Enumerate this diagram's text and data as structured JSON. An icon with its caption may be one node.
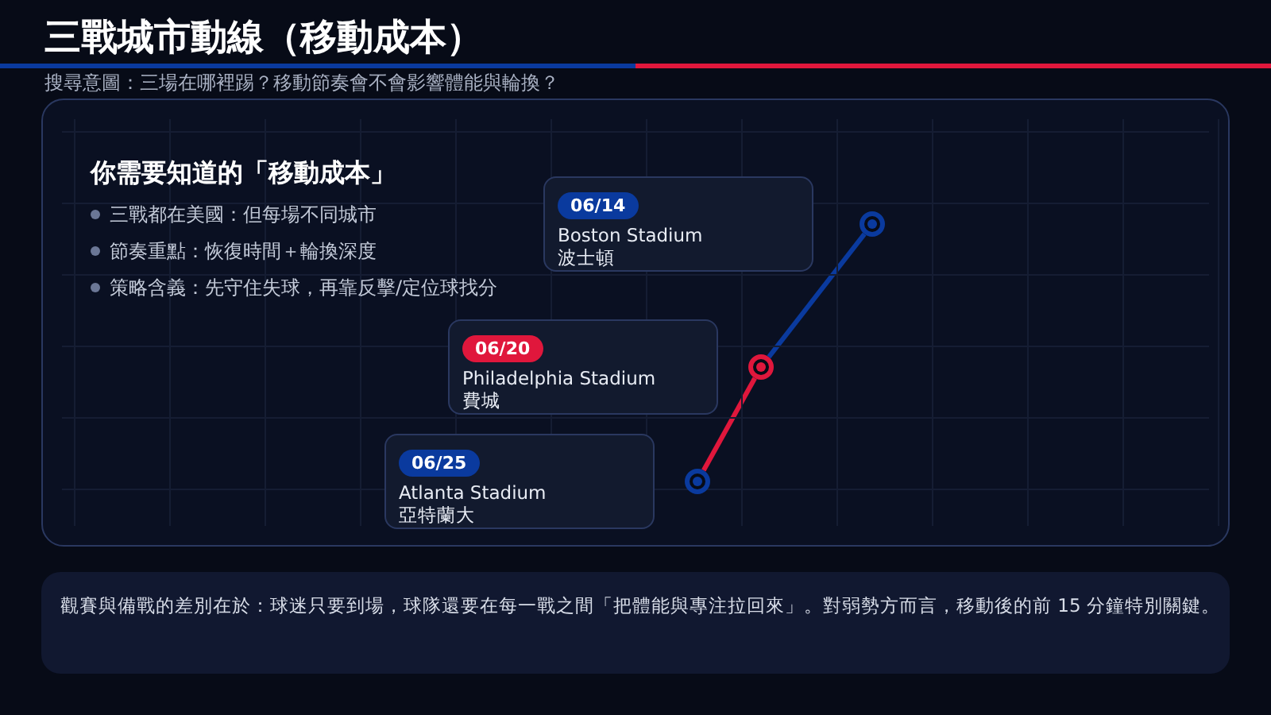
{
  "diagram": {
    "title": "三戰城市動線（移動成本）",
    "nodes": [
      {
        "text": [
          "你需要知道的「移動成本」",
          "三戰都在美國：但每場不同城市",
          "節奏重點：恢復時間＋輪換深度",
          "策略含義：先守住失球，再靠反擊/定位球找分"
        ]
      },
      {
        "text": [
          "06/14",
          "Boston Stadium",
          "波士頓"
        ],
        "in": 0
      },
      {
        "text": [
          "06/20",
          "Philadelphia Stadium",
          "費城"
        ],
        "in": 0
      },
      {
        "text": [
          "06/25",
          "Atlanta Stadium",
          "亞特蘭大"
        ],
        "in": 0
      },
      {
        "text": [],
        "shape": "circle",
        "in": 0
      },
      {
        "text": [],
        "shape": "circle",
        "in": 0
      },
      {
        "text": [],
        "shape": "circle",
        "in": 0
      },
      {
        "text": [
          "觀賽與備戰的差別在於：球迷只要到場，球隊還要在每一戰之間「把體能與專注拉回來」。對弱勢方而言，移動後的前 15 分鐘特別關鍵。"
        ]
      }
    ],
    "edges": [
      {
        "from": 4,
        "to": 5,
        "arrow": "none",
        "color": "#0a3a9e"
      },
      {
        "from": 5,
        "to": 6,
        "arrow": "none",
        "color": "#e0173c"
      }
    ],
    "labels": [
      "搜尋意圖：三場在哪裡踢？移動節奏會不會影響體能與輪換？"
    ]
  }
}
